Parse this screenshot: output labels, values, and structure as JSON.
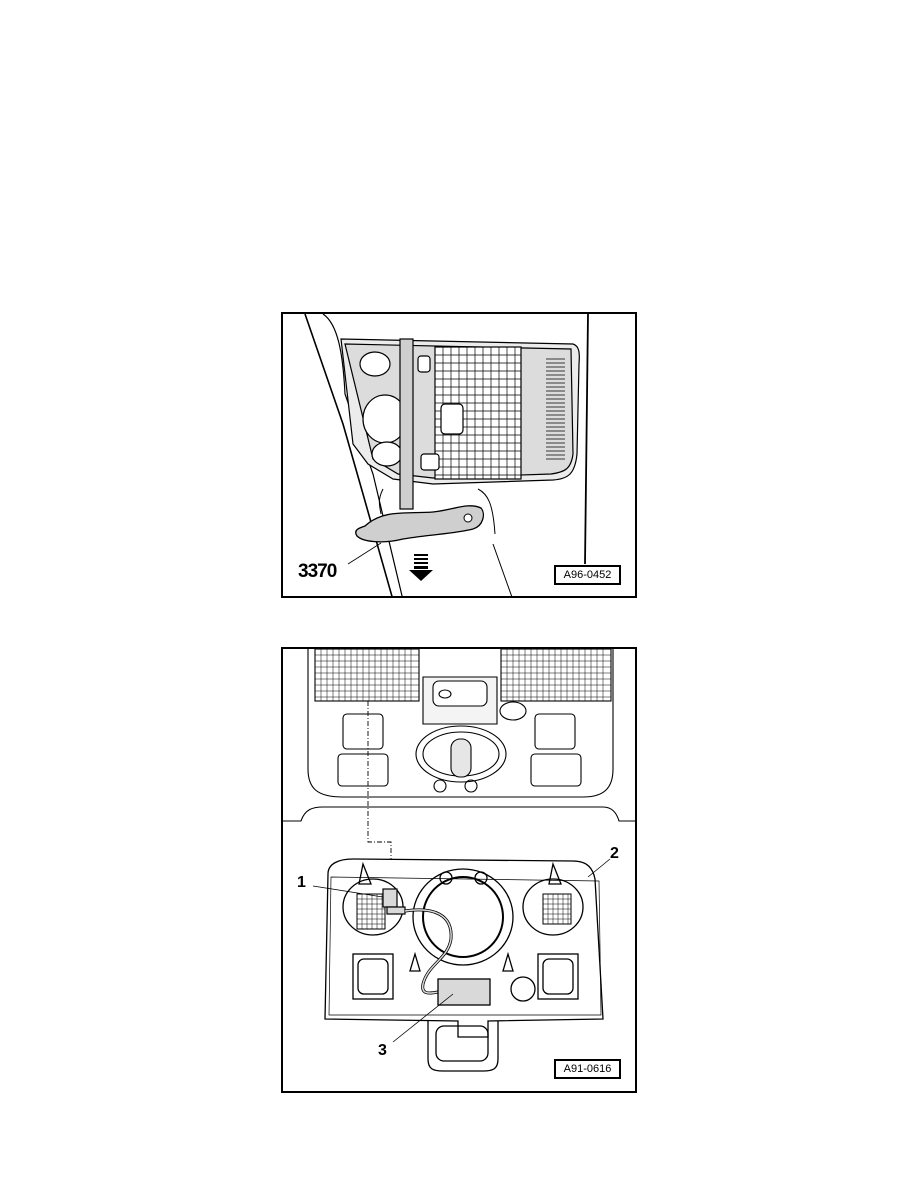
{
  "figures": [
    {
      "id": "A96-0452",
      "ref_code": "A96-0452",
      "callouts": {
        "tool": "3370"
      },
      "description": "Special tool 3370 inserted at roof console / interior light, pulled down in direction of arrow"
    },
    {
      "id": "A91-0616",
      "ref_code": "A91-0616",
      "callouts": {
        "item1": "1",
        "item2": "2",
        "item3": "3"
      },
      "description": "Roof console removed showing connector 1, console 2 and module 3"
    }
  ],
  "colors": {
    "line": "#000000",
    "fill_gray": "#d9d9d9",
    "background": "#ffffff"
  }
}
